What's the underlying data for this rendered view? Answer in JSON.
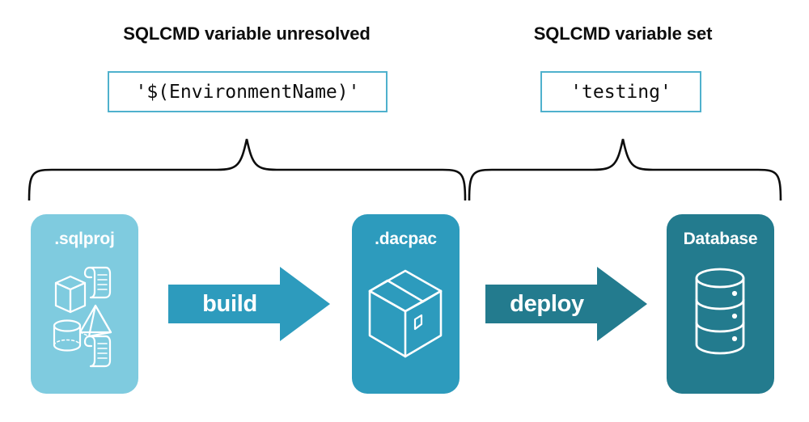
{
  "diagram": {
    "title_left": "SQLCMD variable unresolved",
    "title_right": "SQLCMD variable set",
    "code_left": "'$(EnvironmentName)'",
    "code_right": "'testing'",
    "colors": {
      "sqlproj": "#7fcbdf",
      "dacpac": "#2d9bbd",
      "database": "#237b8e",
      "box_border": "#4fb1cd",
      "brace": "#0d0d0d",
      "text_dark": "#0d0d0d",
      "text_light": "#ffffff"
    },
    "stages": [
      {
        "label": ".sqlproj",
        "icon": "project-shapes-icon"
      },
      {
        "label": ".dacpac",
        "icon": "package-box-icon"
      },
      {
        "label": "Database",
        "icon": "database-cylinder-icon"
      }
    ],
    "arrows": [
      {
        "label": "build",
        "icon": "arrow-right-icon"
      },
      {
        "label": "deploy",
        "icon": "arrow-right-icon"
      }
    ],
    "braces": [
      {
        "name": "brace-left",
        "spans": ".sqlproj to .dacpac"
      },
      {
        "name": "brace-right",
        "spans": ".dacpac to Database"
      }
    ]
  }
}
